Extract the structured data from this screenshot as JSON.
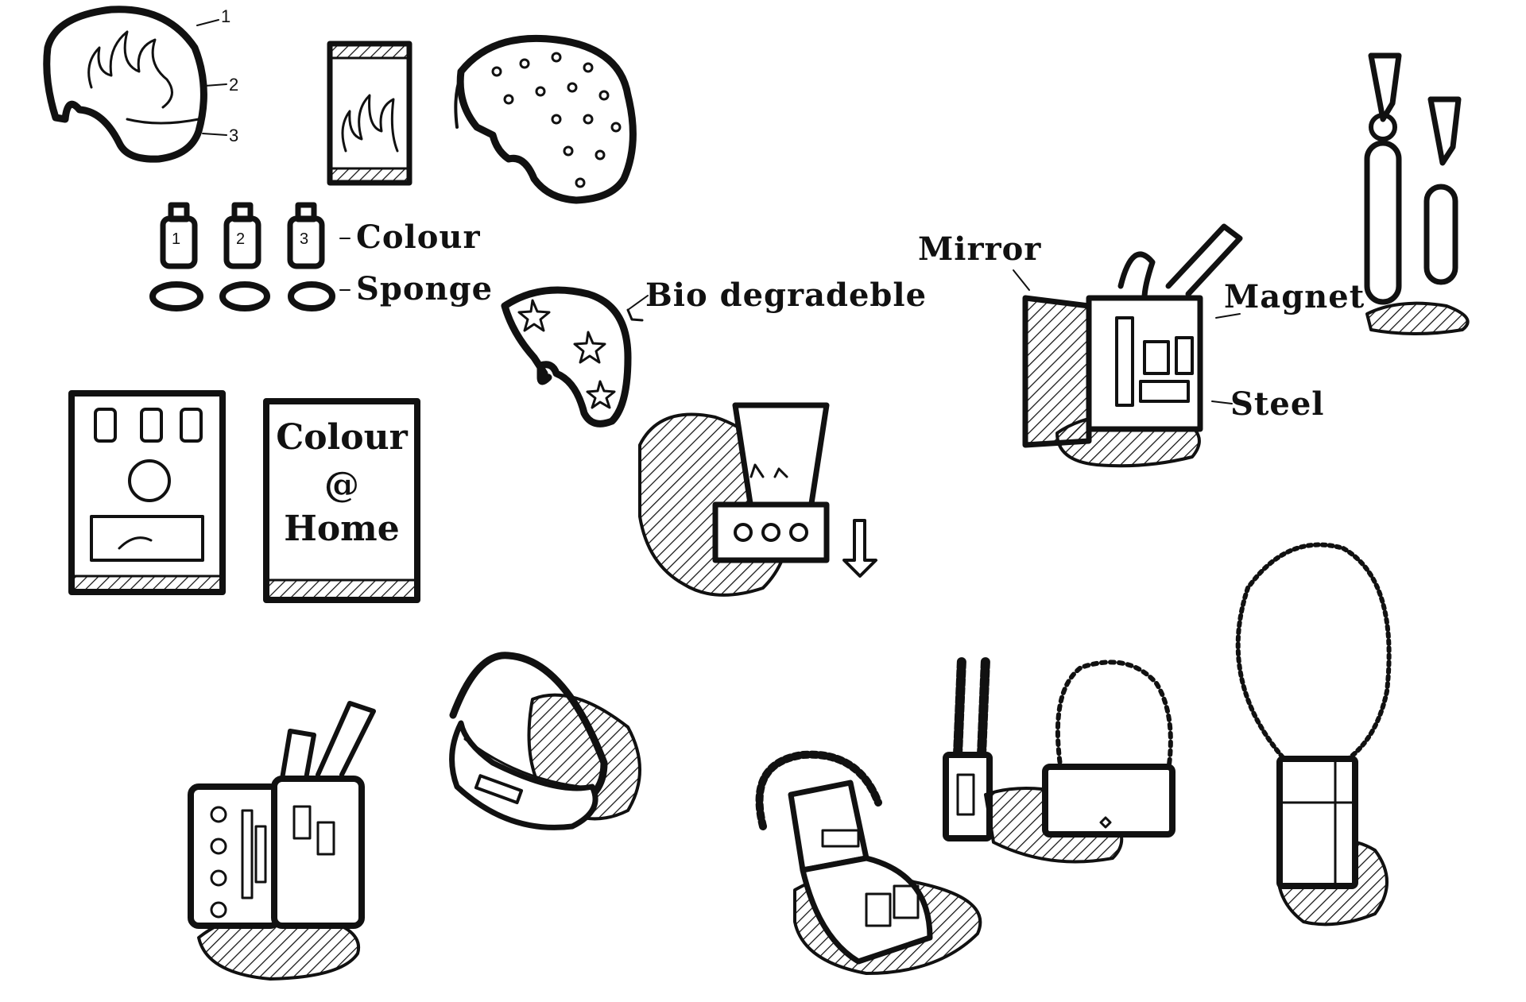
{
  "colors": {
    "ink": "#111111",
    "paper": "#ffffff"
  },
  "labels": {
    "callout_1": "1",
    "callout_2": "2",
    "callout_3": "3",
    "bottle_1": "1",
    "bottle_2": "2",
    "bottle_3": "3",
    "colour": "Colour",
    "sponge": "Sponge",
    "bio": "Bio degradeble",
    "mirror": "Mirror",
    "magnet": "Magnet",
    "steel": "Steel"
  },
  "box_cover": {
    "line1": "Colour",
    "line2": "@",
    "line3": "Home"
  }
}
